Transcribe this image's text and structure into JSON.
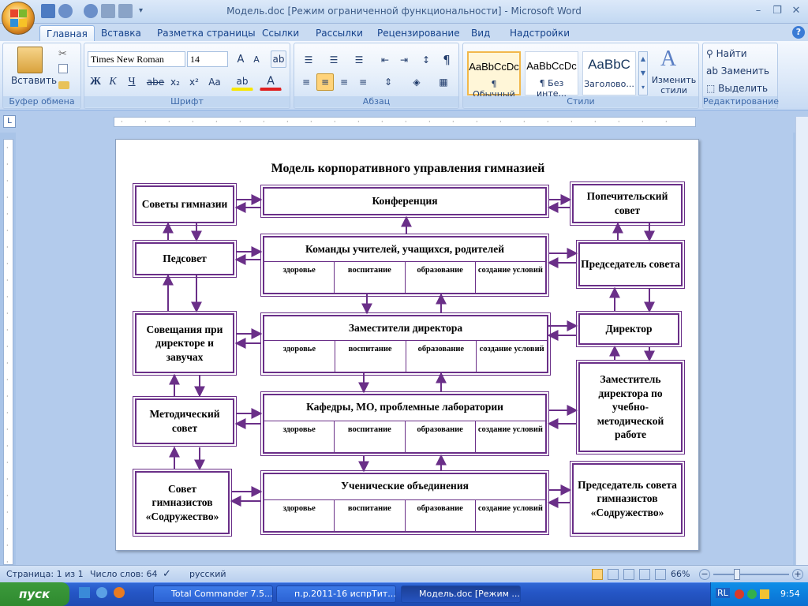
{
  "window": {
    "title": "Модель.doc [Режим ограниченной функциональности] - Microsoft Word"
  },
  "tabs": [
    "Главная",
    "Вставка",
    "Разметка страницы",
    "Ссылки",
    "Рассылки",
    "Рецензирование",
    "Вид",
    "Надстройки"
  ],
  "ribbon": {
    "clipboard": {
      "label": "Буфер обмена",
      "paste": "Вставить"
    },
    "font": {
      "label": "Шрифт",
      "family": "Times New Roman",
      "size": "14"
    },
    "paragraph": {
      "label": "Абзац"
    },
    "styles": {
      "label": "Стили",
      "items": [
        {
          "sample": "AaBbCcDc",
          "name": "¶ Обычный"
        },
        {
          "sample": "AaBbCcDc",
          "name": "¶ Без инте..."
        },
        {
          "sample": "AaBbC",
          "name": "Заголово..."
        }
      ],
      "change": "Изменить стили"
    },
    "editing": {
      "label": "Редактирование",
      "find": "Найти",
      "replace": "Заменить",
      "select": "Выделить"
    }
  },
  "diagram": {
    "title": "Модель корпоративного управления гимназией",
    "left": {
      "sovety": "Советы гимназии",
      "pedsovet": "Педсовет",
      "soveshchaniya": "Совещания при директоре и завучах",
      "metod": "Методический совет",
      "sovet_gimn": "Совет гимназистов «Содружество»"
    },
    "center": {
      "konferenciya": "Конференция",
      "komandy": "Команды учителей, учащихся, родителей",
      "zamestiteli": "Заместители директора",
      "kafedry": "Кафедры, МО, проблемные лаборатории",
      "uchenicheskie": "Ученические объединения"
    },
    "cells": [
      "здоровье",
      "воспитание",
      "образование",
      "создание условий"
    ],
    "right": {
      "popechitelskiy": "Попечительский совет",
      "predsedatel": "Председатель совета",
      "direktor": "Директор",
      "zam_umr": "Заместитель директора по учебно-методической работе",
      "predsedatel_gimn": "Председатель совета гимназистов «Содружество»"
    }
  },
  "status": {
    "page": "Страница: 1 из 1",
    "words": "Число слов: 64",
    "lang": "русский",
    "zoom": "66%"
  },
  "taskbar": {
    "start": "пуск",
    "tasks": [
      "Total Commander 7.5...",
      "п.р.2011-16 испрТит...",
      "Модель.doc [Режим ..."
    ],
    "lang": "RL",
    "time": "9:54"
  }
}
